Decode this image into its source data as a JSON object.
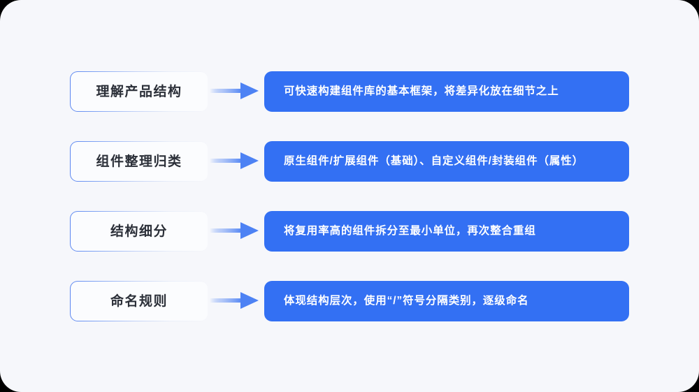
{
  "theme": {
    "page_background": "#000000",
    "card_background": "#f6f7fb",
    "accent_blue": "#3370f3",
    "stage_border_blue": "#5b86f0",
    "stage_fill": "#fbfcfe",
    "stage_text": "#2b2f38",
    "detail_text": "#ffffff"
  },
  "flow": {
    "rows": [
      {
        "stage": "理解产品结构",
        "arrow_icon": "arrow-right-icon",
        "detail": "可快速构建组件库的基本框架，将差异化放在细节之上"
      },
      {
        "stage": "组件整理归类",
        "arrow_icon": "arrow-right-icon",
        "detail": "原生组件/扩展组件（基础）、自定义组件/封装组件（属性）"
      },
      {
        "stage": "结构细分",
        "arrow_icon": "arrow-right-icon",
        "detail": "将复用率高的组件拆分至最小单位，再次整合重组"
      },
      {
        "stage": "命名规则",
        "arrow_icon": "arrow-right-icon",
        "detail": "体现结构层次，使用“/”符号分隔类别，逐级命名"
      }
    ]
  }
}
